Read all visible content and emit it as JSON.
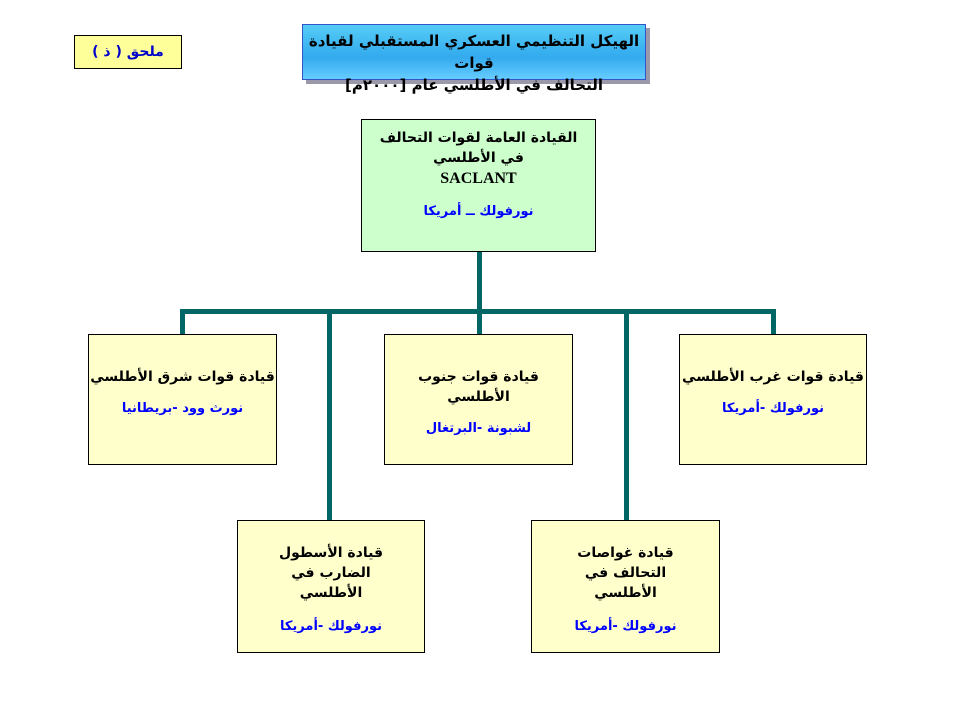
{
  "appendix_label": "ملحق ( ذ )",
  "title": {
    "line1": "الهيكل التنظيمي العسكري المستقبلي لقيادة قوات",
    "line2": "التحالف في الأطلسي عام [٢٠٠٠م]"
  },
  "top": {
    "name_line1": "القيادة العامة لقوات التحالف",
    "name_line2": "في الأطلسي",
    "acronym": "SACLANT",
    "location": "نورفولك ــ أمريكا"
  },
  "commands": [
    {
      "name": "قيادة قوات شرق الأطلسي",
      "location": "نورث وود -بريطانيا"
    },
    {
      "name": "قيادة قوات جنوب الأطلسي",
      "location": "لشبونة -البرتغال"
    },
    {
      "name": "قيادة قوات غرب الأطلسي",
      "location": "نورفولك -أمريكا"
    },
    {
      "name": "قيادة الأسطول الضارب في الأطلسي",
      "location": "نورفولك -أمريكا"
    },
    {
      "name": "قيادة غواصات التحالف في الأطلسي",
      "location": "نورفولك -أمريكا"
    }
  ],
  "colors": {
    "connector": "#006666",
    "top_fill": "#ccffcc",
    "box_fill": "#ffffcc",
    "location_text": "#0000ff"
  }
}
